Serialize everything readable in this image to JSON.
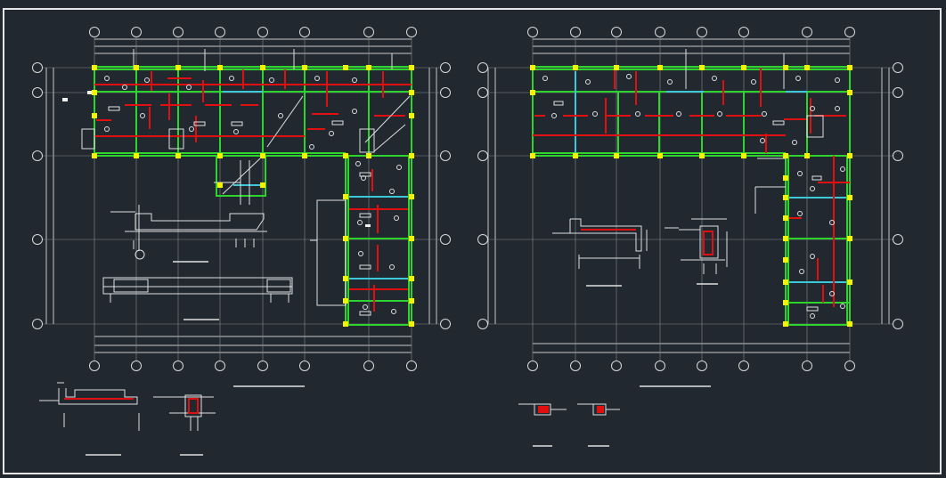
{
  "app": {
    "name": ""
  },
  "colors": {
    "background": "#212830",
    "frame": "#e6e6e6",
    "line": "#c8c8c8",
    "wall": "#2dd42d",
    "column": "#f4f400",
    "beam": "#e01010",
    "slab": "#3cc8d8",
    "text": "#e0e0e0"
  },
  "icons": {
    "axis_bubble": "circle-outline",
    "column": "yellow-square"
  },
  "plans": [
    {
      "name": "left-plan",
      "axis_labels_top": [],
      "axis_labels_side": []
    },
    {
      "name": "right-plan",
      "axis_labels_top": [],
      "axis_labels_side": []
    }
  ]
}
